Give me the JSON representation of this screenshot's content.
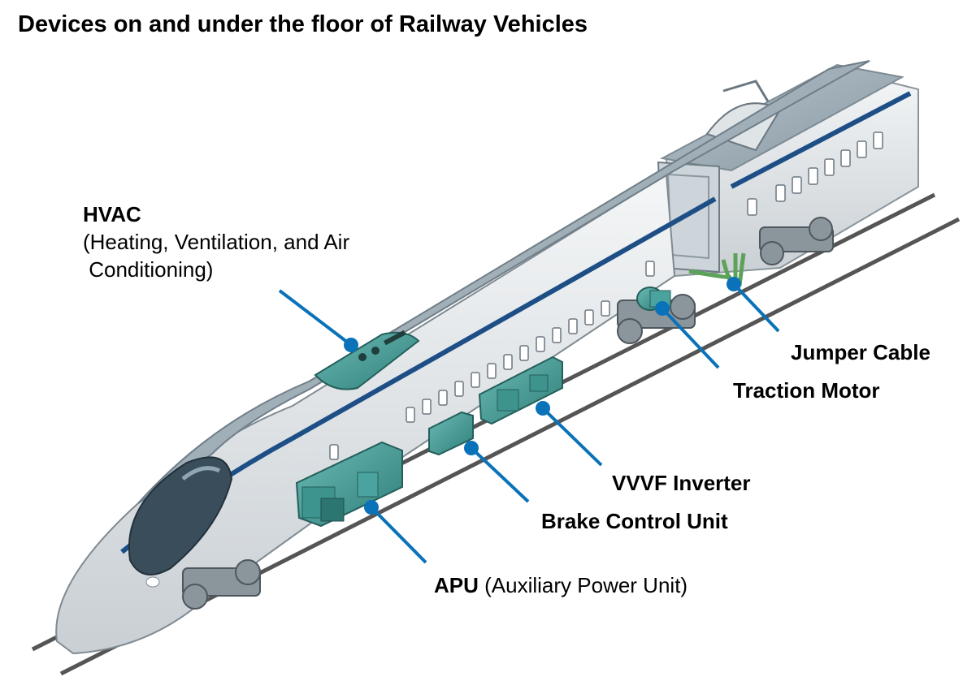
{
  "title": "Devices on and under the floor of Railway Vehicles",
  "labels": {
    "hvac": {
      "name": "HVAC",
      "line1": "(Heating, Ventilation, and Air",
      "line2": " Conditioning)"
    },
    "jumper_cable": {
      "name": "Jumper Cable"
    },
    "traction_motor": {
      "name": "Traction Motor"
    },
    "vvvf_inverter": {
      "name": "VVVF Inverter"
    },
    "brake_control_unit": {
      "name": "Brake Control Unit"
    },
    "apu": {
      "name": "APU",
      "desc": " (Auxiliary Power Unit)"
    }
  },
  "colors": {
    "leader": "#0a72b8",
    "equipment": "#4fa5a0",
    "body": "#e6eaed",
    "roof": "#9fb0bb",
    "stripe": "#1d4f86"
  }
}
